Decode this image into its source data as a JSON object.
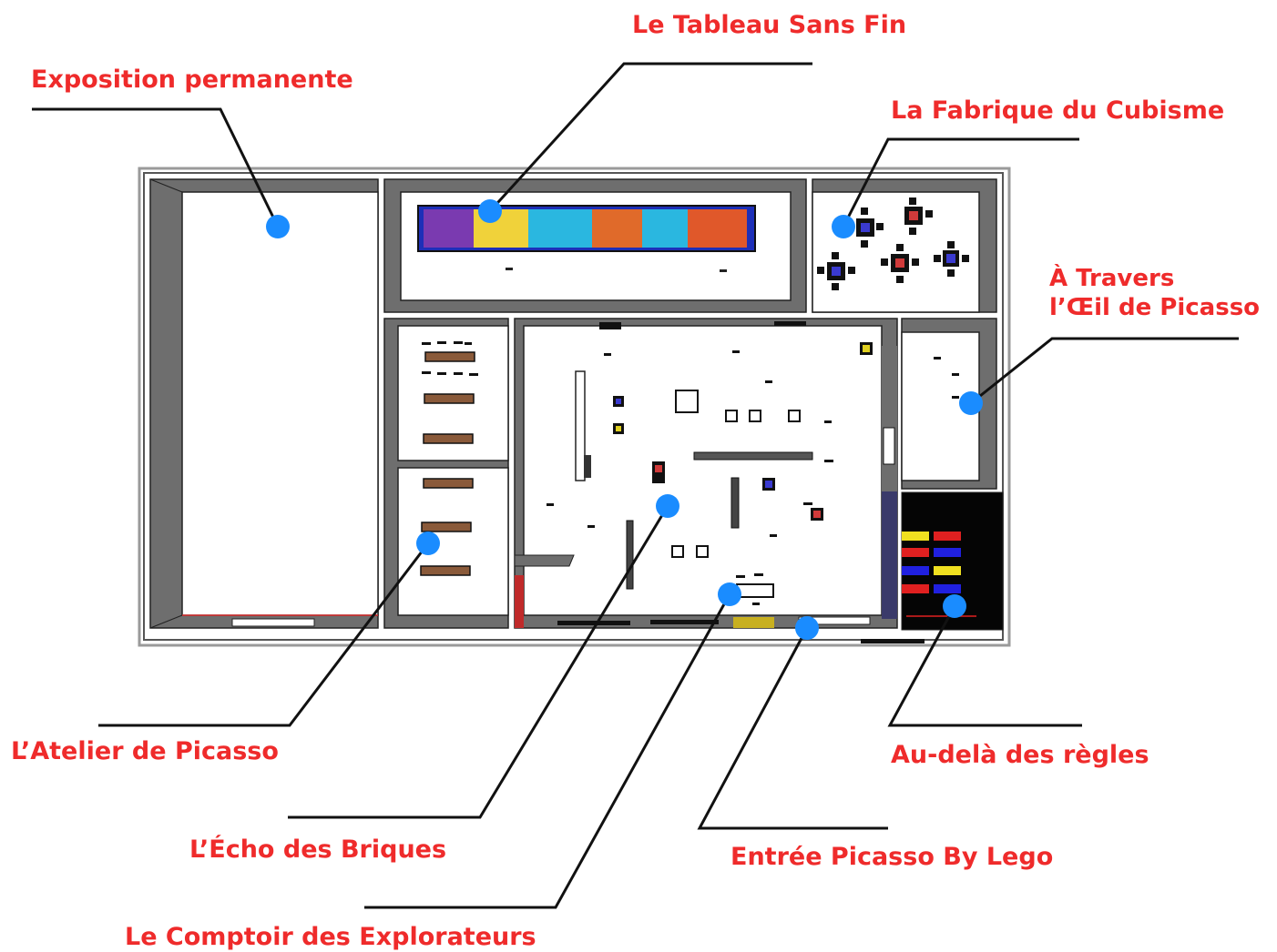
{
  "colors": {
    "label": "#ef2b2b",
    "marker": "#1a8cff",
    "wall": "#6e6e6e",
    "leader": "#111111"
  },
  "zones": [
    {
      "id": "exposition-permanente",
      "label": "Exposition permanente"
    },
    {
      "id": "tableau-sans-fin",
      "label": "Le Tableau Sans Fin"
    },
    {
      "id": "fabrique-cubisme",
      "label": "La Fabrique du Cubisme"
    },
    {
      "id": "a-travers-oeil",
      "label": "À Travers\nl’Œil de Picasso"
    },
    {
      "id": "atelier-picasso",
      "label": "L’Atelier de Picasso"
    },
    {
      "id": "au-dela-regles",
      "label": "Au-delà des règles"
    },
    {
      "id": "echo-briques",
      "label": "L’Écho des Briques"
    },
    {
      "id": "entree-picasso",
      "label": "Entrée Picasso By Lego"
    },
    {
      "id": "comptoir-explorateurs",
      "label": "Le Comptoir des Explorateurs"
    }
  ]
}
